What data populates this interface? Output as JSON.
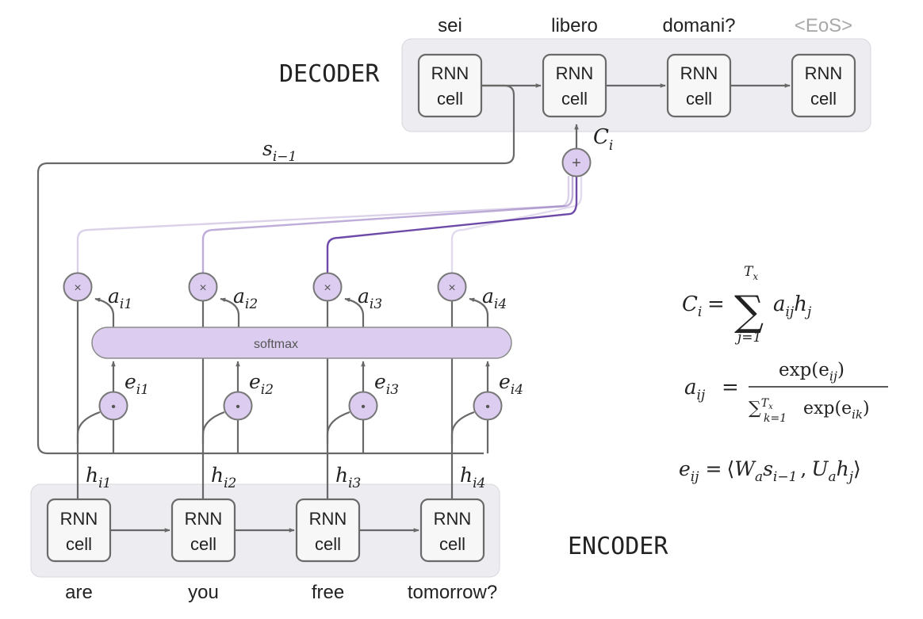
{
  "decoder": {
    "label": "DECODER",
    "cell_line1": "RNN",
    "cell_line2": "cell",
    "outputs": [
      "sei",
      "libero",
      "domani?",
      "<EoS>"
    ]
  },
  "encoder": {
    "label": "ENCODER",
    "cell_line1": "RNN",
    "cell_line2": "cell",
    "inputs": [
      "are",
      "you",
      "free",
      "tomorrow?"
    ]
  },
  "softmax_label": "softmax",
  "context_label": {
    "base": "C",
    "sub": "i"
  },
  "prev_state_label": {
    "base": "s",
    "sub": "i−1"
  },
  "hidden_labels": [
    {
      "base": "h",
      "sub": "i1"
    },
    {
      "base": "h",
      "sub": "i2"
    },
    {
      "base": "h",
      "sub": "i3"
    },
    {
      "base": "h",
      "sub": "i4"
    }
  ],
  "score_labels": [
    {
      "base": "e",
      "sub": "i1"
    },
    {
      "base": "e",
      "sub": "i2"
    },
    {
      "base": "e",
      "sub": "i3"
    },
    {
      "base": "e",
      "sub": "i4"
    }
  ],
  "weight_labels": [
    {
      "base": "a",
      "sub": "i1"
    },
    {
      "base": "a",
      "sub": "i2"
    },
    {
      "base": "a",
      "sub": "i3"
    },
    {
      "base": "a",
      "sub": "i4"
    }
  ],
  "attention_weights": [
    0.25,
    0.45,
    1.0,
    0.2
  ],
  "symbols": {
    "plus": "+",
    "times": "×",
    "dot": "•"
  },
  "formulas": {
    "context": {
      "lhs": "C",
      "lhs_sub": "i",
      "eq": "=",
      "sum": "∑",
      "upper": "T",
      "upper_sub": "x",
      "lower": "j=1",
      "term": "a",
      "term_sub": "ij",
      "term2": "h",
      "term2_sub": "j"
    },
    "weights": {
      "lhs": "a",
      "lhs_sub": "ij",
      "eq": "=",
      "numerator": "exp(e",
      "numerator_sub": "ij",
      "numerator_close": ")",
      "denominator_sum": "∑",
      "denominator_upper": "T",
      "denominator_upper_sub": "x",
      "denominator_lower": "k=1",
      "denominator_text": "exp(e",
      "denominator_sub": "ik",
      "denominator_close": ")"
    },
    "score": {
      "lhs": "e",
      "lhs_sub": "ij",
      "eq": "=",
      "open": "⟨",
      "w": "W",
      "w_sub": "a",
      "s": "s",
      "s_sub": "i−1",
      "comma": ",",
      "u": "U",
      "u_sub": "a",
      "h": "h",
      "h_sub": "j",
      "close": "⟩"
    }
  },
  "colors": {
    "panel": "#ececf1",
    "panel_border": "#d7d7de",
    "cell_fill": "#f7f7f7",
    "cell_border": "#6a6a6a",
    "line": "#686868",
    "node_fill": "#dccdf0",
    "node_border": "#777777",
    "softmax_fill": "#dccdf0",
    "attention": "#6e4aa8",
    "eos": "#a8a8a8"
  }
}
